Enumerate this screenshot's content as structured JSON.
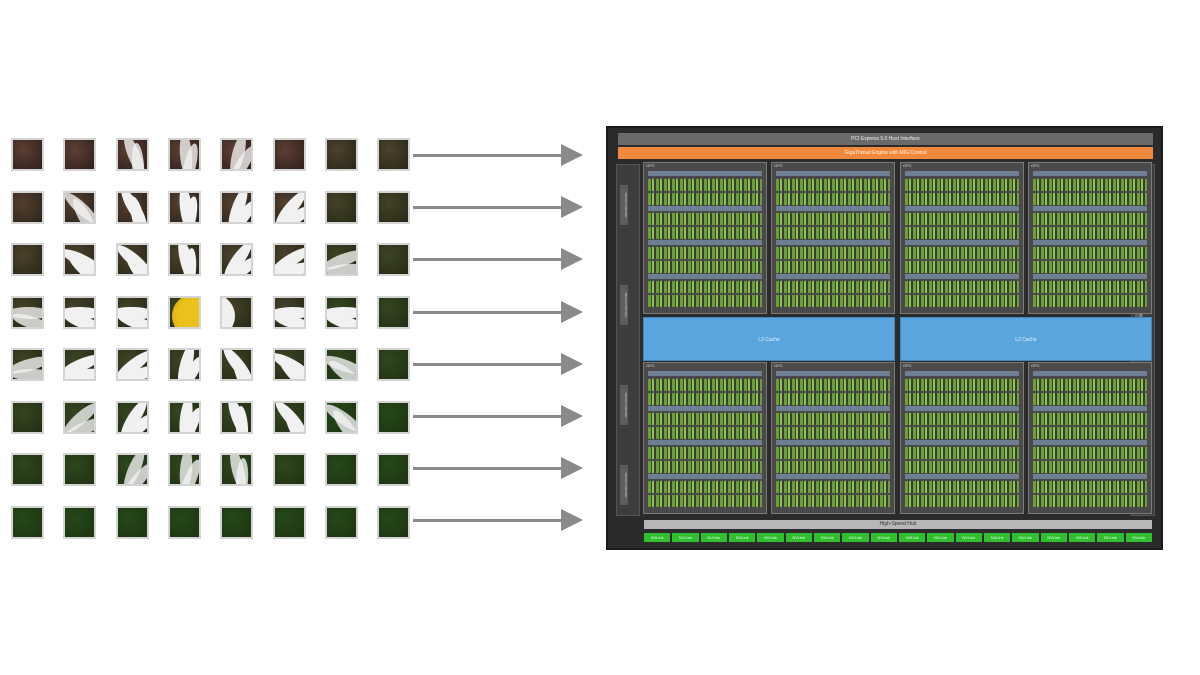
{
  "tile_grid": {
    "rows": 8,
    "cols": 8
  },
  "chip": {
    "host_interface": "PCI Express 5.0 Host Interface",
    "engine_bar": "GigaThread Engine with MIG Control",
    "gpc_label": "GPC",
    "l2_cache_left": "L2 Cache",
    "l2_cache_right": "L2 Cache",
    "hub": "High-Speed Hub",
    "nvlink_label": "NVLink",
    "nvlink_count": 18,
    "memory_controller_label": "Memory Controller",
    "colors": {
      "background": "#2b2b2b",
      "engine": "#f0883e",
      "l2_cache": "#5aa5de",
      "nvlink": "#2fbf2f",
      "sm_core": "#6e9d3a"
    }
  }
}
